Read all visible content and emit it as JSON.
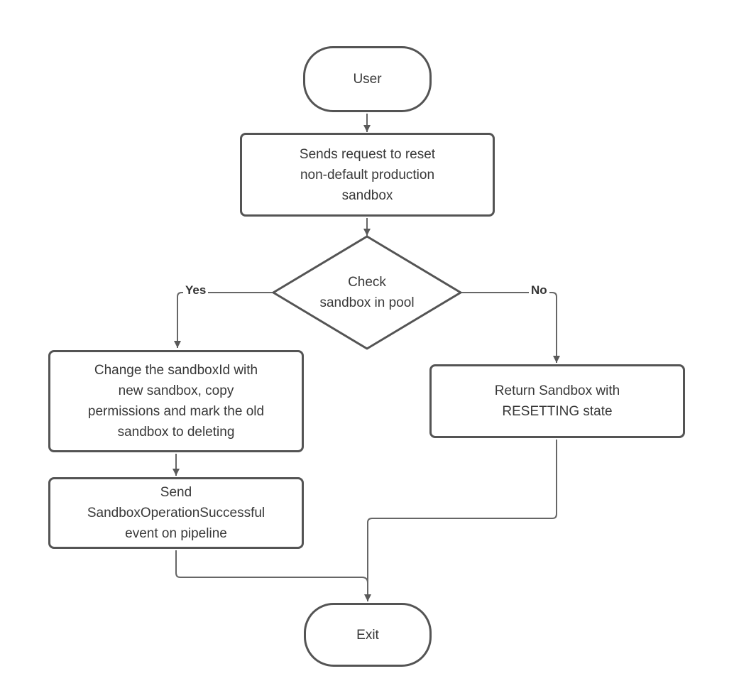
{
  "flowchart": {
    "nodes": {
      "user": {
        "label": "User",
        "shape": "terminator"
      },
      "send_request": {
        "label": "Sends request to reset\nnon-default production\nsandbox",
        "shape": "process"
      },
      "check_pool": {
        "label": "Check\nsandbox in pool",
        "shape": "decision"
      },
      "change_sandbox": {
        "label": "Change the sandboxId with\nnew sandbox, copy\npermissions and mark the old\nsandbox to deleting",
        "shape": "process"
      },
      "send_event": {
        "label": "Send\nSandboxOperationSuccessful\nevent on pipeline",
        "shape": "process"
      },
      "return_resetting": {
        "label": "Return Sandbox with\nRESETTING state",
        "shape": "process"
      },
      "exit": {
        "label": "Exit",
        "shape": "terminator"
      }
    },
    "edge_labels": {
      "yes": "Yes",
      "no": "No"
    },
    "colors": {
      "shape_border": "#545454",
      "connector_line": "#666666",
      "arrowhead": "#595959",
      "label_text": "#383838",
      "shape_fill": "#ffffff",
      "background": "#ffffff"
    }
  }
}
